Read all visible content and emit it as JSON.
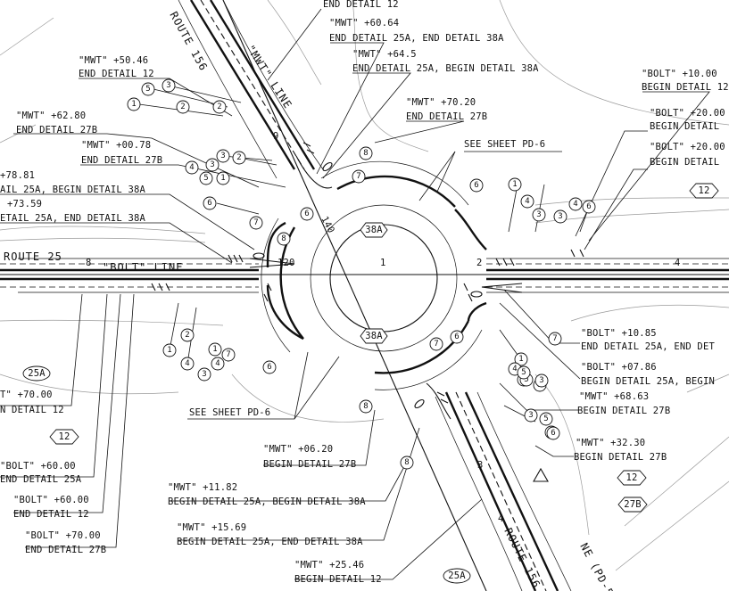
{
  "drawing": {
    "route_25": "ROUTE 25",
    "route_156_top": "ROUTE 156",
    "route_156_bottom": "ROUTE 156",
    "mwt_line": "\"MWT\" LINE",
    "bolt_line": "\"BOLT\" LINE",
    "ne_label": "NE (PD-5)",
    "center_numeral": "1",
    "east_numeral": "2",
    "east_station": "4",
    "sta_140": "140",
    "sta_120": "120",
    "sta_8": "8",
    "sta_9": "9",
    "sta_3": "3",
    "sta_4": "4"
  },
  "callouts": [
    {
      "id": "c01",
      "line1": "END DETAIL 12",
      "line2": ""
    },
    {
      "id": "c02",
      "line1": "\"MWT\" +60.64",
      "line2": "END DETAIL 25A, END DETAIL 38A"
    },
    {
      "id": "c03",
      "line1": "\"MWT\" +64.5",
      "line2": "END DETAIL 25A, BEGIN DETAIL 38A"
    },
    {
      "id": "c04",
      "line1": "\"MWT\" +50.46",
      "line2": "END DETAIL 12"
    },
    {
      "id": "c05",
      "line1": "\"MWT\" +70.20",
      "line2": "END DETAIL 27B"
    },
    {
      "id": "c06",
      "line1": "\"BOLT\" +10.00",
      "line2": "BEGIN DETAIL 12"
    },
    {
      "id": "c07",
      "line1": "\"MWT\" +62.80",
      "line2": "END DETAIL 27B"
    },
    {
      "id": "c08",
      "line1": "\"BOLT\" +20.00",
      "line2": "BEGIN DETAIL"
    },
    {
      "id": "c09",
      "line1": "\"MWT\" +00.78",
      "line2": "END DETAIL 27B"
    },
    {
      "id": "c10",
      "line1": "\"BOLT\" +20.00",
      "line2": "BEGIN DETAIL"
    },
    {
      "id": "c11",
      "line1": "+78.81",
      "line2": "AIL 25A, BEGIN DETAIL 38A"
    },
    {
      "id": "c12",
      "line1": "+73.59",
      "line2": "ETAIL 25A, END DETAIL 38A"
    },
    {
      "id": "c13",
      "line1": "\"BOLT\" +10.85",
      "line2": "END DETAIL 25A, END DET"
    },
    {
      "id": "c14",
      "line1": "\"BOLT\" +07.86",
      "line2": "BEGIN DETAIL 25A, BEGIN"
    },
    {
      "id": "c15",
      "line1": "\"MWT\" +68.63",
      "line2": "BEGIN DETAIL 27B"
    },
    {
      "id": "c16",
      "line1": "T\" +70.00",
      "line2": "N DETAIL 12"
    },
    {
      "id": "c17",
      "line1": "\"MWT\" +32.30",
      "line2": "BEGIN DETAIL 27B"
    },
    {
      "id": "c18",
      "line1": "\"MWT\" +06.20",
      "line2": "BEGIN DETAIL 27B"
    },
    {
      "id": "c19",
      "line1": "\"BOLT\" +60.00",
      "line2": "END DETAIL 25A"
    },
    {
      "id": "c20",
      "line1": "\"MWT\" +11.82",
      "line2": "BEGIN DETAIL 25A, BEGIN DETAIL 38A"
    },
    {
      "id": "c21",
      "line1": "\"BOLT\" +60.00",
      "line2": "END DETAIL 12"
    },
    {
      "id": "c22",
      "line1": "\"MWT\" +15.69",
      "line2": "BEGIN DETAIL 25A, END DETAIL 38A"
    },
    {
      "id": "c23",
      "line1": "\"BOLT\" +70.00",
      "line2": "END DETAIL 27B"
    },
    {
      "id": "c24",
      "line1": "\"MWT\" +25.46",
      "line2": "BEGIN DETAIL 12"
    }
  ],
  "see_sheet": {
    "top": "SEE SHEET PD-6",
    "bottom": "SEE SHEET PD-6"
  },
  "tags": {
    "t38a_top": "38A",
    "t38a_bottom": "38A",
    "t12_right": "12",
    "t12_left": "12",
    "t12_bottom": "12",
    "t25a_left": "25A",
    "t25a_bottom": "25A",
    "t27b_bottom": "27B"
  },
  "bubbles": [
    {
      "id": "b01",
      "n": "5"
    },
    {
      "id": "b02",
      "n": "3"
    },
    {
      "id": "b03",
      "n": "1"
    },
    {
      "id": "b04",
      "n": "2"
    },
    {
      "id": "b05",
      "n": "4"
    },
    {
      "id": "b06",
      "n": "3"
    },
    {
      "id": "b07",
      "n": "5"
    },
    {
      "id": "b08",
      "n": "6"
    },
    {
      "id": "b09",
      "n": "7"
    },
    {
      "id": "b10",
      "n": "8"
    },
    {
      "id": "b11",
      "n": "6"
    },
    {
      "id": "b12",
      "n": "8"
    },
    {
      "id": "b13",
      "n": "7"
    },
    {
      "id": "b14",
      "n": "6"
    },
    {
      "id": "b15",
      "n": "1"
    },
    {
      "id": "b16",
      "n": "4"
    },
    {
      "id": "b17",
      "n": "3"
    },
    {
      "id": "b18",
      "n": "3"
    },
    {
      "id": "b19",
      "n": "4"
    },
    {
      "id": "b20",
      "n": "6"
    },
    {
      "id": "b21",
      "n": "7"
    },
    {
      "id": "b22",
      "n": "8"
    },
    {
      "id": "b23",
      "n": "1"
    },
    {
      "id": "b24",
      "n": "4"
    },
    {
      "id": "b25",
      "n": "2"
    },
    {
      "id": "b26",
      "n": "3"
    },
    {
      "id": "b27",
      "n": "6"
    },
    {
      "id": "b28",
      "n": "7"
    },
    {
      "id": "b29",
      "n": "6"
    },
    {
      "id": "b30",
      "n": "7"
    },
    {
      "id": "b31",
      "n": "1"
    },
    {
      "id": "b32",
      "n": "4"
    },
    {
      "id": "b33",
      "n": "3"
    },
    {
      "id": "b34",
      "n": "3"
    },
    {
      "id": "b35",
      "n": "5"
    },
    {
      "id": "b36",
      "n": "6"
    },
    {
      "id": "b37",
      "n": "8"
    },
    {
      "id": "b38",
      "n": "1"
    },
    {
      "id": "b39",
      "n": "4"
    },
    {
      "id": "b40",
      "n": "2"
    },
    {
      "id": "b41",
      "n": "3"
    },
    {
      "id": "b42",
      "n": "1"
    },
    {
      "id": "b43",
      "n": "2"
    },
    {
      "id": "b44",
      "n": "3"
    },
    {
      "id": "b45",
      "n": "5"
    },
    {
      "id": "b46",
      "n": "6"
    },
    {
      "id": "b47",
      "n": "3"
    },
    {
      "id": "b48",
      "n": "5"
    }
  ]
}
